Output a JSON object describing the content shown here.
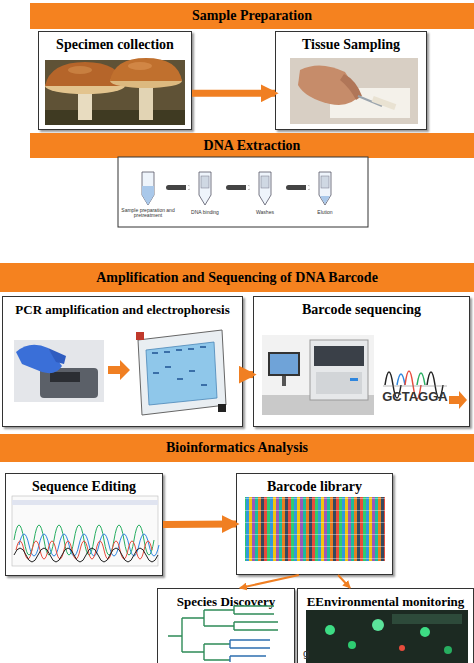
{
  "diagram": {
    "nodes": [
      {
        "text": [
          "Sample Preparation"
        ]
      },
      {
        "text": [
          "Specimen collection"
        ]
      },
      {
        "text": [
          "Tissue Sampling"
        ]
      },
      {
        "text": [
          "DNA Extraction"
        ]
      },
      {
        "text": [
          "Amplification and Sequencing of DNA Barcode"
        ]
      },
      {
        "text": [
          "PCR amplification and electrophoresis"
        ]
      },
      {
        "text": [
          "Barcode sequencing"
        ]
      },
      {
        "text": [
          "Bioinformatics Analysis"
        ]
      },
      {
        "text": [
          "Sequence Editing"
        ]
      },
      {
        "text": [
          "Barcode library"
        ]
      },
      {
        "text": [
          "Species Discovery"
        ]
      },
      {
        "text": [
          "EEnvironmental monitoring"
        ]
      }
    ],
    "edges": [
      {
        "from": 1,
        "to": 2,
        "arrow": "to"
      },
      {
        "from": 5,
        "to": 6,
        "arrow": "to"
      },
      {
        "from": 8,
        "to": 9,
        "arrow": "to"
      },
      {
        "from": 9,
        "to": 10,
        "arrow": "to"
      },
      {
        "from": 9,
        "to": 11,
        "arrow": "to"
      }
    ],
    "labels": [
      "Sample preparation and pretreatment",
      "DNA binding",
      "Washes",
      "Elution",
      "GCTAGGA",
      "g"
    ]
  }
}
